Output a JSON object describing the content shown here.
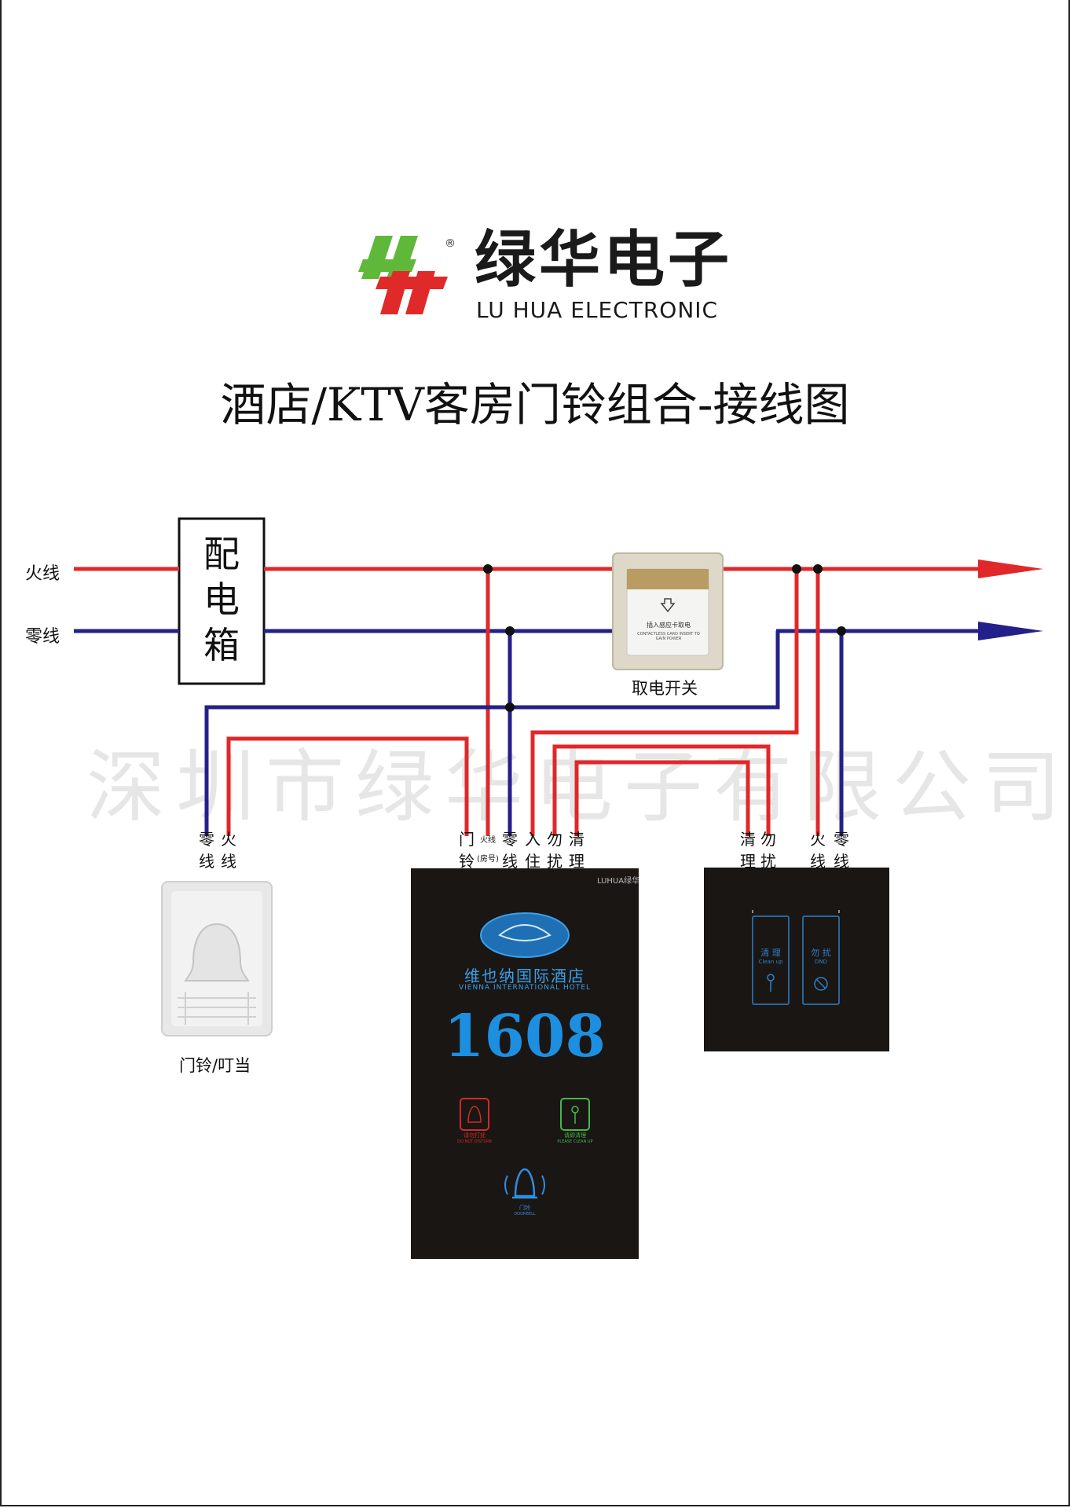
{
  "brand": {
    "name_cn": "绿华电子",
    "name_en": "LU HUA ELECTRONIC",
    "registered": "®",
    "colors": {
      "green": "#5fb83a",
      "red": "#e02a2a"
    }
  },
  "title": "酒店/KTV客房门铃组合-接线图",
  "watermark": "深圳市绿华电子有限公司",
  "wires": {
    "live_label": "火线",
    "neutral_label": "零线",
    "live_color": "#e0282a",
    "neutral_color": "#24208a"
  },
  "distribution_box": {
    "label": [
      "配",
      "电",
      "箱"
    ]
  },
  "power_switch": {
    "caption": "取电开关",
    "panel_text": "插入感应卡取电",
    "panel_text_en": "CONTACTLESS CARD INSERT TO GAIN POWER"
  },
  "doorbell": {
    "caption": "门铃/叮当",
    "terminals": [
      {
        "top": "零",
        "bottom": "线"
      },
      {
        "top": "火",
        "bottom": "线"
      }
    ]
  },
  "main_panel": {
    "brand_tag": "LUHUA绿华",
    "hotel_cn": "维也纳国际酒店",
    "hotel_en": "VIENNA INTERNATIONAL HOTEL",
    "room_number": "1608",
    "dnd_label": "请勿打扰",
    "dnd_label_en": "DO NOT DISTURB",
    "clean_label": "请即清理",
    "clean_label_en": "PLEASE CLEAN UP",
    "bell_label": "门铃",
    "bell_label_en": "DOORBELL",
    "terminals": [
      {
        "top": "门",
        "bottom": "铃"
      },
      {
        "top": "火线",
        "bottom": "(房号)"
      },
      {
        "top": "零",
        "bottom": "线"
      },
      {
        "top": "入",
        "bottom": "住"
      },
      {
        "top": "勿",
        "bottom": "扰"
      },
      {
        "top": "清",
        "bottom": "理"
      }
    ]
  },
  "indoor_panel": {
    "clean_cn": "清 理",
    "clean_en": "Clean up",
    "dnd_cn": "勿 扰",
    "dnd_en": "DND",
    "terminals": [
      {
        "top": "清",
        "bottom": "理"
      },
      {
        "top": "勿",
        "bottom": "扰"
      },
      {
        "top": "火",
        "bottom": "线"
      },
      {
        "top": "零",
        "bottom": "线"
      }
    ]
  }
}
